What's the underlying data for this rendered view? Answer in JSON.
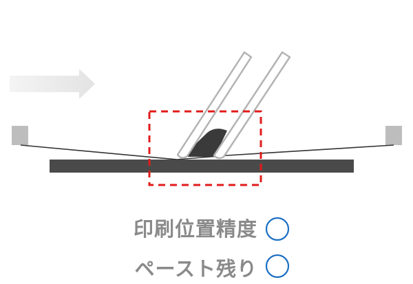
{
  "ratings": [
    {
      "label": "印刷位置精度",
      "mark": "○",
      "mark_name": "circle-mark",
      "color": "#1a6fc4"
    },
    {
      "label": "ペースト残り",
      "mark": "○",
      "mark_name": "circle-mark",
      "color": "#1a6fc4"
    }
  ],
  "colors": {
    "arrow": "#e6e6e6",
    "table": "#4a4a4a",
    "stencil_line": "#333333",
    "squeegee_outline": "#b3b3b3",
    "paste": "#3a3a3a",
    "focus_box": "#e11b1b",
    "frame_blocks": "#bdbdbd"
  }
}
